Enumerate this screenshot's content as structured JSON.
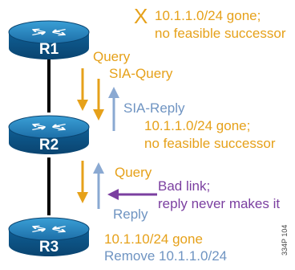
{
  "routers": [
    {
      "name": "R1"
    },
    {
      "name": "R2"
    },
    {
      "name": "R3"
    }
  ],
  "r1_status": {
    "mark": "X",
    "line1": "10.1.1.0/24 gone;",
    "line2": "no feasible successor"
  },
  "r1_r2_messages": {
    "query": "Query",
    "sia_query": "SIA-Query",
    "sia_reply": "SIA-Reply"
  },
  "r2_status": {
    "line1": "10.1.1.0/24 gone;",
    "line2": "no feasible successor"
  },
  "r2_r3_messages": {
    "query": "Query",
    "reply": "Reply"
  },
  "bad_link_note": {
    "line1": "Bad link;",
    "line2": "reply never makes it"
  },
  "r3_status": {
    "line1": "10.1.10/24 gone",
    "line2": "Remove 10.1.1.0/24"
  },
  "figure_id": "334P 104",
  "colors": {
    "query": "#e6a11a",
    "reply": "#6f94c2",
    "note": "#7b3fa0",
    "router_dark": "#0b5a8c",
    "router_light": "#2f90c8"
  }
}
